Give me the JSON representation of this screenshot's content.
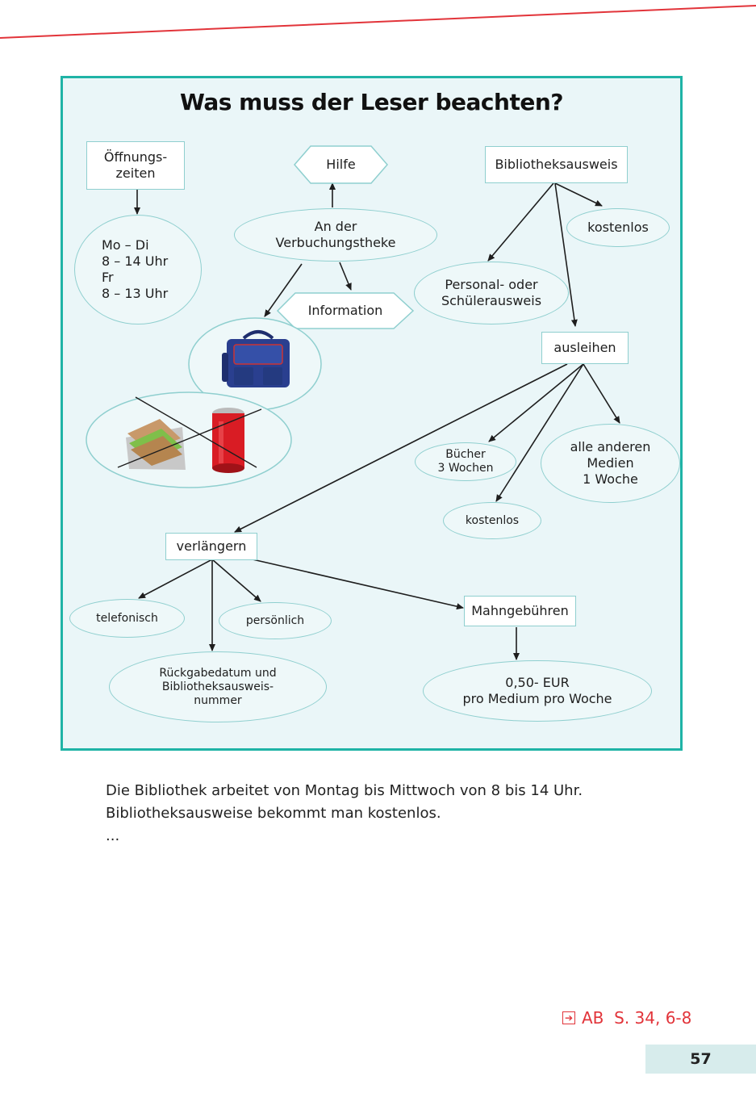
{
  "title": "Was muss der Leser beachten?",
  "colors": {
    "accent_teal": "#1fb3a6",
    "red": "#e2343a",
    "box_bg": "#eaf6f8",
    "arrow": "#1e1e1e"
  },
  "nodes": {
    "oeffnungszeiten": "Öffnungs-\nzeiten",
    "zeiten_detail": "Mo – Di\n8 – 14 Uhr\nFr\n8 – 13 Uhr",
    "hilfe": "Hilfe",
    "verbuchungstheke": "An der\nVerbuchungstheke",
    "information": "Information",
    "bibliotheksausweis": "Bibliotheksausweis",
    "kostenlos_ausweis": "kostenlos",
    "personal_ausweis": "Personal- oder\nSchülerausweis",
    "ausleihen": "ausleihen",
    "buecher": "Bücher\n3 Wochen",
    "andere_medien": "alle anderen\nMedien\n1 Woche",
    "kostenlos_ausleihen": "kostenlos",
    "verlaengern": "verlängern",
    "telefonisch": "telefonisch",
    "persoenlich": "persönlich",
    "rueckgabedatum": "Rückgabedatum und\nBibliotheksausweis-\nnummer",
    "mahngebuehren": "Mahngebühren",
    "gebuehr_betrag": "0,50- EUR\npro Medium pro Woche"
  },
  "icons": {
    "bag": "schoolbag-icon",
    "food": "sandwich-icon",
    "drink": "soda-can-icon",
    "forbidden": "cross-out-icon",
    "ref": "arrow-box-icon"
  },
  "caption": {
    "line1": "Die Bibliothek arbeitet von Montag bis Mittwoch von 8 bis 14 Uhr.",
    "line2": "Bibliotheksausweise bekommt man kostenlos.",
    "line3": "..."
  },
  "reference": {
    "icon": "arrow-box-icon",
    "text": "AB  S. 34, 6-8"
  },
  "page_number": "57"
}
